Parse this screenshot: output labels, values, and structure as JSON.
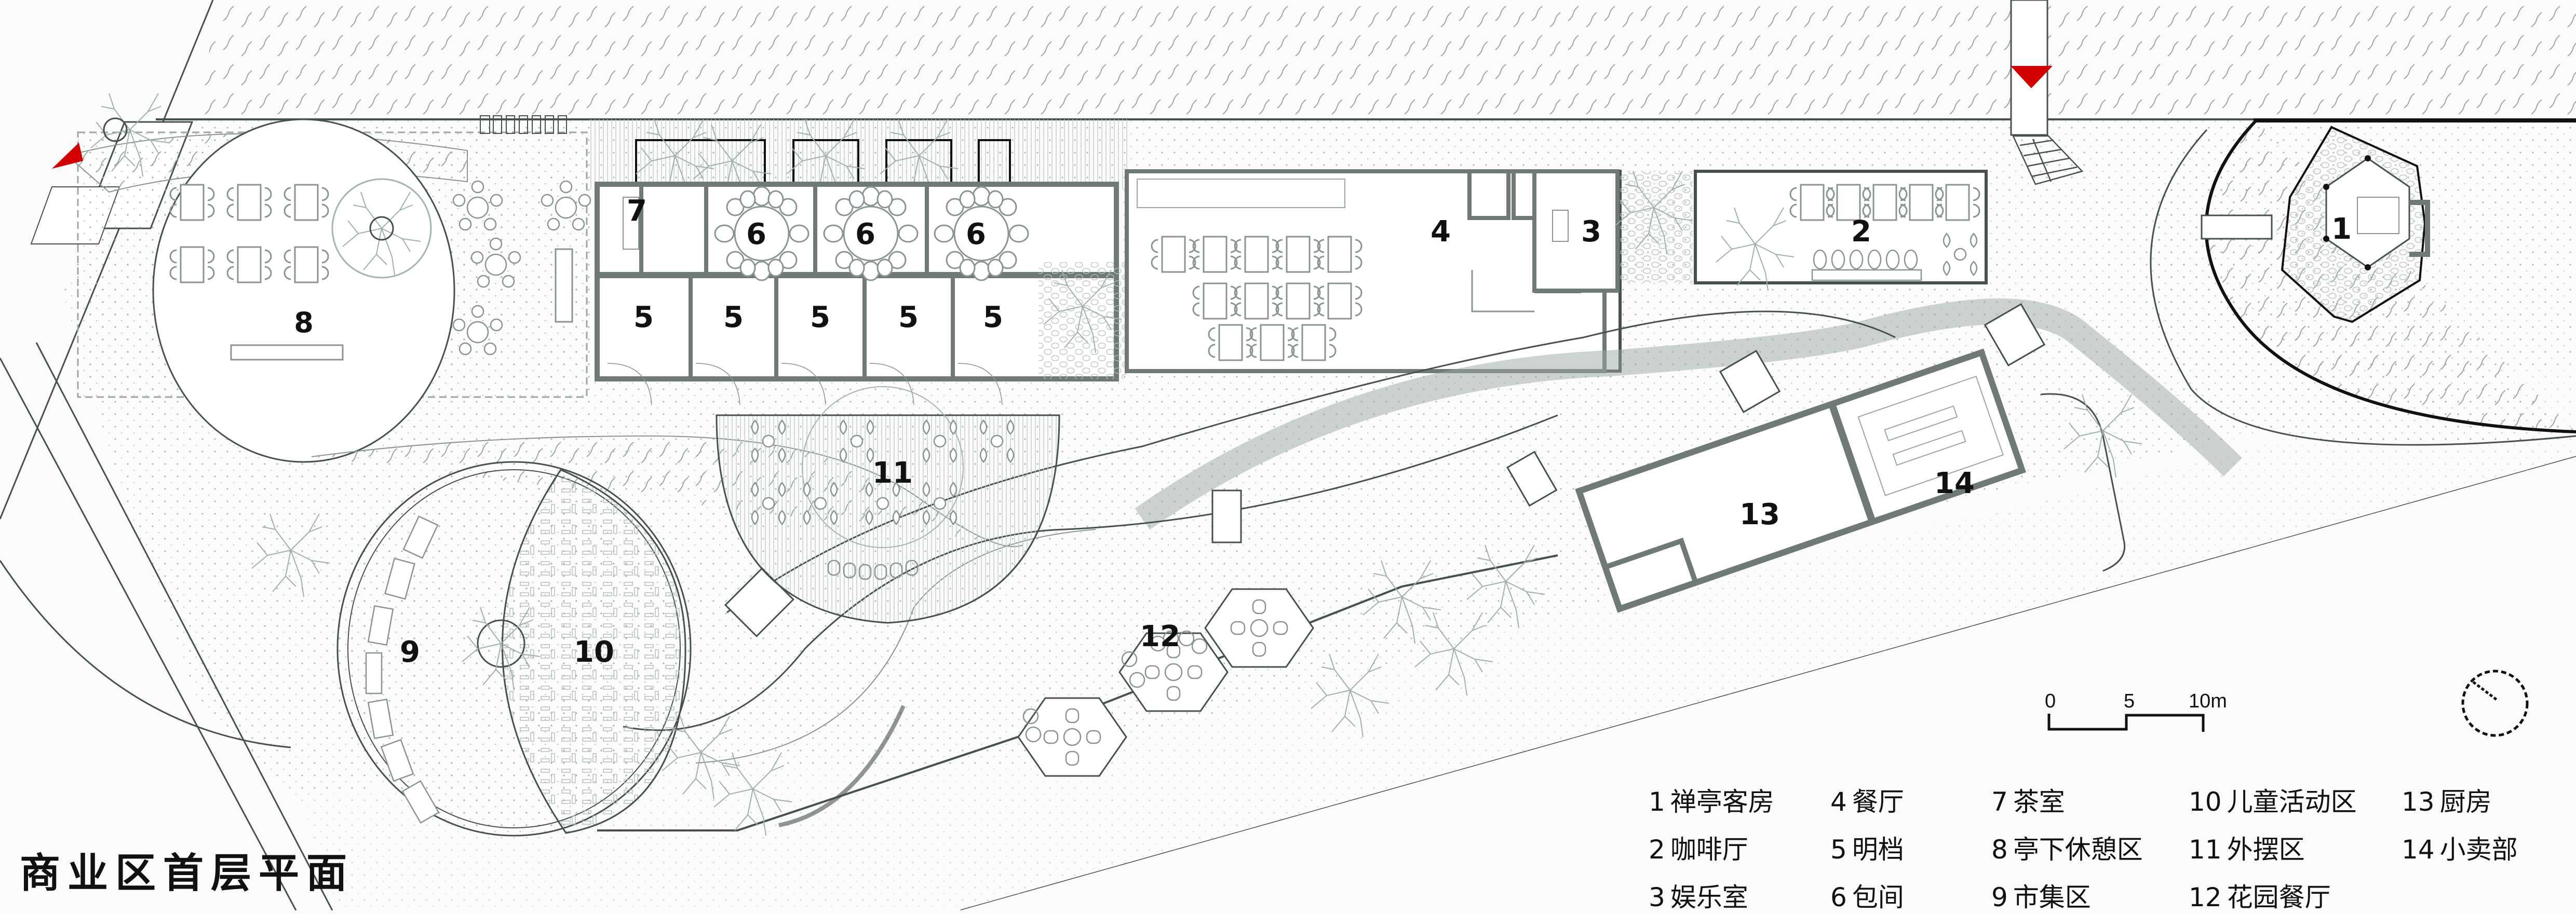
{
  "title": "商业区首层平面",
  "rooms": [
    {
      "id": "1",
      "name": "禅亭客房"
    },
    {
      "id": "2",
      "name": "咖啡厅"
    },
    {
      "id": "3",
      "name": "娱乐室"
    },
    {
      "id": "4",
      "name": "餐厅"
    },
    {
      "id": "5",
      "name": "明档"
    },
    {
      "id": "6",
      "name": "包间"
    },
    {
      "id": "7",
      "name": "茶室"
    },
    {
      "id": "8",
      "name": "亭下休憩区"
    },
    {
      "id": "9",
      "name": "市集区"
    },
    {
      "id": "10",
      "name": "儿童活动区"
    },
    {
      "id": "11",
      "name": "外摆区"
    },
    {
      "id": "12",
      "name": "花园餐厅"
    },
    {
      "id": "13",
      "name": "厨房"
    },
    {
      "id": "14",
      "name": "小卖部"
    }
  ],
  "plan_labels": {
    "r1": "1",
    "r2": "2",
    "r3": "3",
    "r4": "4",
    "r5": "5",
    "r6": "6",
    "r7": "7",
    "r8": "8",
    "r9": "9",
    "r10": "10",
    "r11": "11",
    "r12": "12",
    "r13": "13",
    "r14": "14"
  },
  "scale_bar": {
    "ticks": [
      "0",
      "5",
      "10m"
    ]
  },
  "north_arrow": {
    "icon": "north-arrow-icon"
  },
  "entrances": {
    "icon": "entrance-triangle-icon",
    "color": "#d40000",
    "count": 2
  },
  "colors": {
    "wall": "#6f7a78",
    "line": "#46504f",
    "hatch": "#9aa7a5",
    "entrance": "#d40000",
    "paper": "#fbfbfb"
  }
}
